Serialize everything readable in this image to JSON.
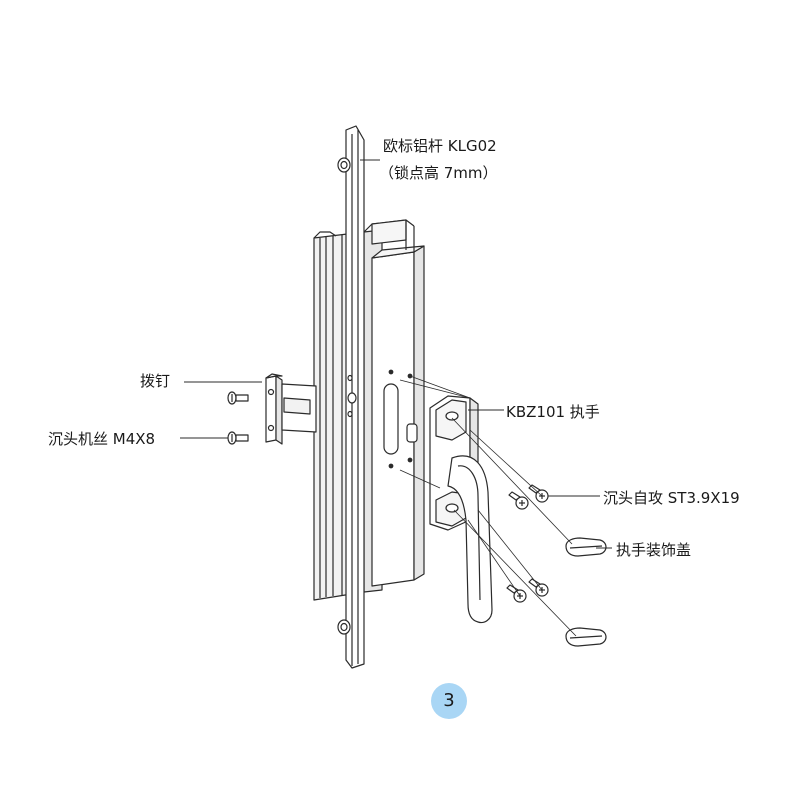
{
  "labels": {
    "rod_line1": "欧标铝杆 KLG02",
    "rod_line2": "（锁点高 7mm）",
    "pin": "拨钉",
    "machine_screw": "沉头机丝 M4X8",
    "handle": "KBZ101 执手",
    "tapping_screw": "沉头自攻 ST3.9X19",
    "cover": "执手装饰盖"
  },
  "step": {
    "number": "3"
  },
  "colors": {
    "line": "#2b2b2b",
    "fill": "#ffffff",
    "shade": "#e6e6e6",
    "badge": "#a9d6f5"
  }
}
